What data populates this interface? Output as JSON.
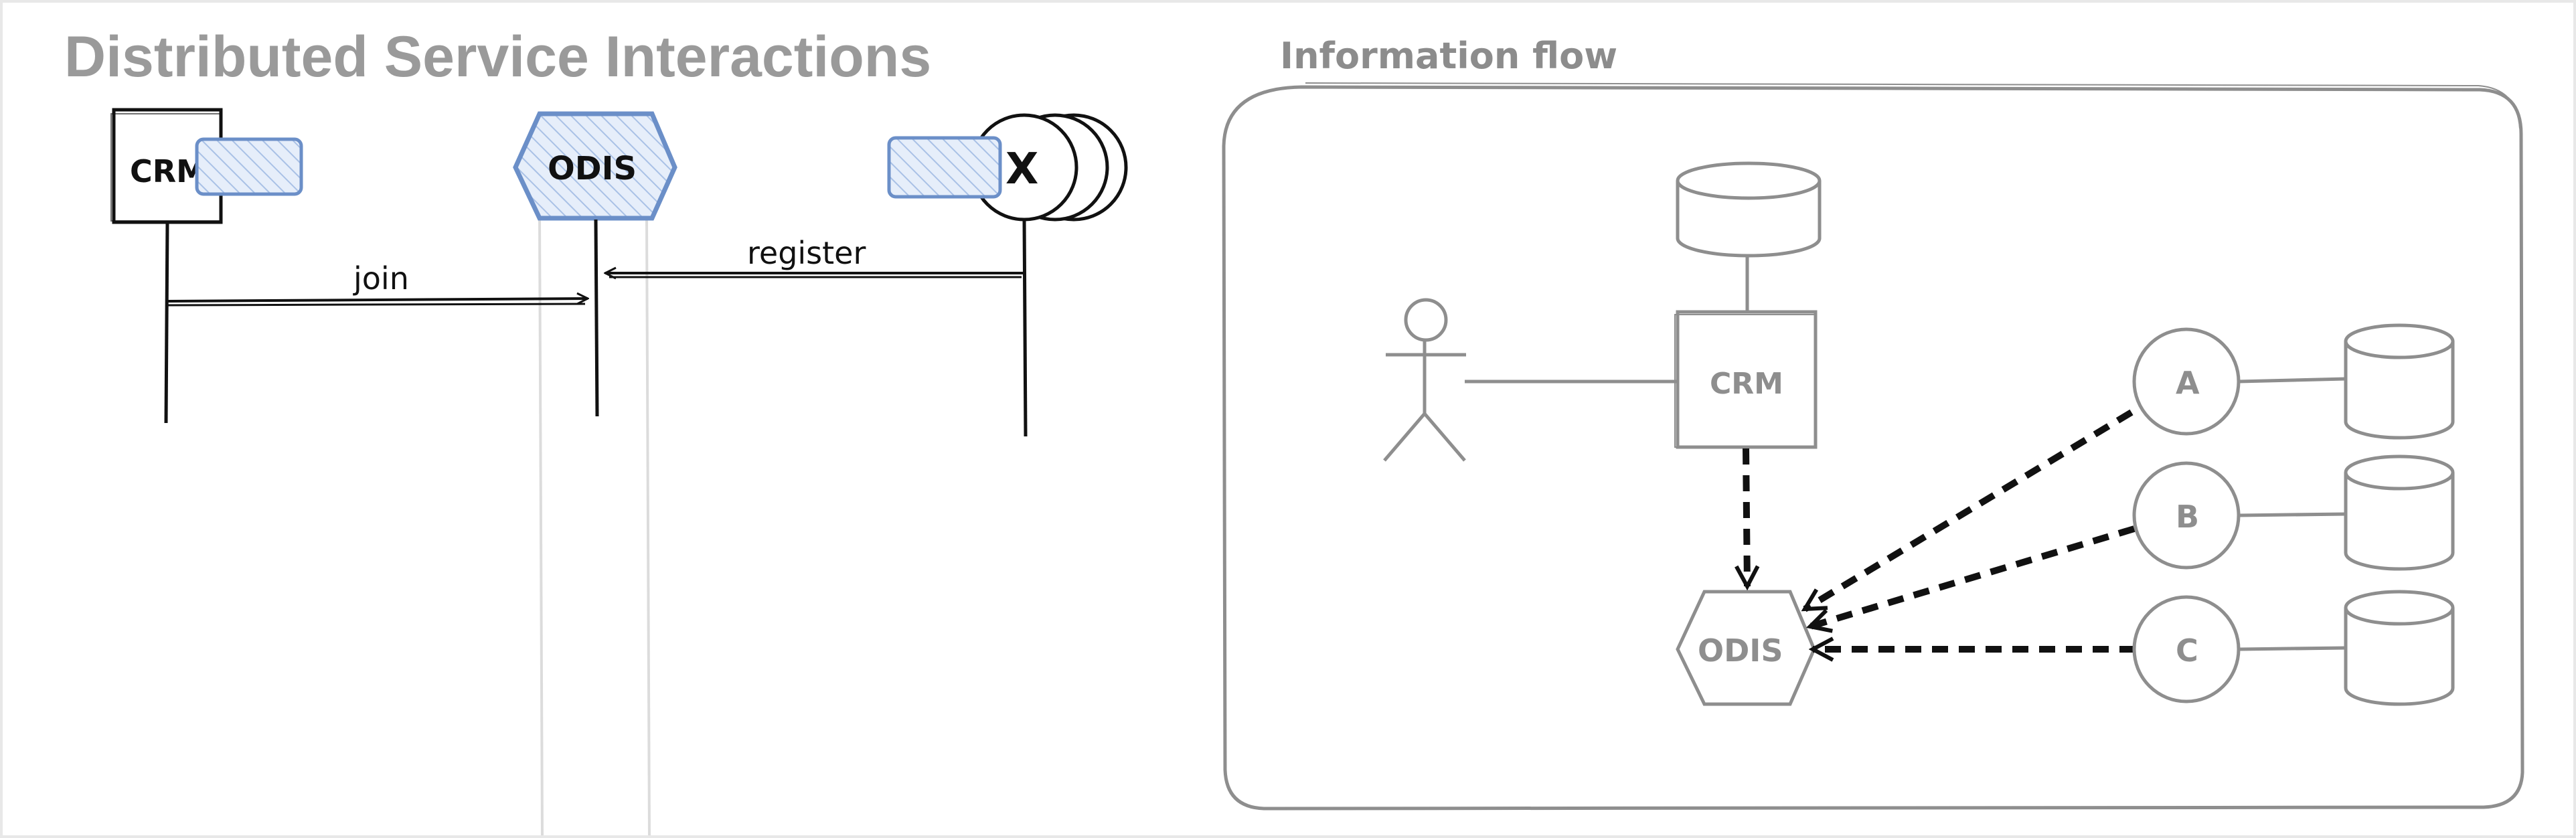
{
  "title": "Distributed Service Interactions",
  "sequence": {
    "participants": {
      "crm": "CRM",
      "odis": "ODIS",
      "external_mark": "X"
    },
    "messages": {
      "join": "join",
      "register": "register"
    }
  },
  "information_flow": {
    "title": "Information flow",
    "nodes": {
      "crm": "CRM",
      "odis": "ODIS",
      "a": "A",
      "b": "B",
      "c": "C"
    }
  },
  "colors": {
    "title_gray": "#9a9a9a",
    "ink": "#111111",
    "blue_stroke": "#6b8fc8",
    "blue_fill": "#dbe7f7",
    "panel_gray": "#8e8e8e",
    "faint_gray": "#dcdcdc"
  },
  "icons": [
    "actor-icon",
    "database-icon",
    "close-x-icon",
    "hexagon-icon"
  ]
}
